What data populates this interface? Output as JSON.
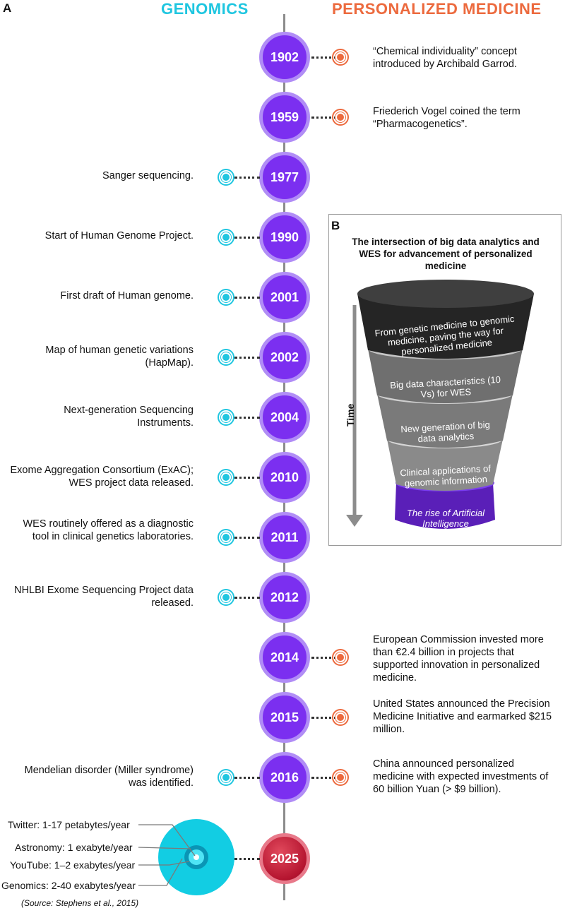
{
  "panel_a_label": "A",
  "panel_b_label": "B",
  "headers": {
    "genomics": "GENOMICS",
    "personalized_medicine": "PERSONALIZED MEDICINE"
  },
  "timeline": [
    {
      "year": "1902",
      "side": "right",
      "text": "“Chemical individuality” concept introduced by Archibald Garrod."
    },
    {
      "year": "1959",
      "side": "right",
      "text": "Friederich Vogel coined the term “Pharmacogenetics”."
    },
    {
      "year": "1977",
      "side": "left",
      "text": "Sanger sequencing."
    },
    {
      "year": "1990",
      "side": "left",
      "text": "Start of Human Genome Project."
    },
    {
      "year": "2001",
      "side": "left",
      "text": "First draft of Human genome."
    },
    {
      "year": "2002",
      "side": "left",
      "text": "Map of human genetic variations (HapMap)."
    },
    {
      "year": "2004",
      "side": "left",
      "text": "Next-generation Sequencing Instruments."
    },
    {
      "year": "2010",
      "side": "left",
      "text": "Exome Aggregation Consortium (ExAC); WES project data released."
    },
    {
      "year": "2011",
      "side": "left",
      "text": "WES routinely offered as a diagnostic tool in clinical genetics laboratories."
    },
    {
      "year": "2012",
      "side": "left",
      "text": "NHLBI Exome Sequencing Project data released."
    },
    {
      "year": "2014",
      "side": "right",
      "text": "European Commission invested more than €2.4 billion in projects that supported innovation in personalized medicine."
    },
    {
      "year": "2015",
      "side": "right",
      "text": "United States announced the Precision Medicine Initiative and earmarked $215 million."
    },
    {
      "year": "2016",
      "side": "left",
      "text": "Mendelian disorder (Miller syndrome) was identified."
    },
    {
      "year": "2016",
      "side": "right",
      "text": "China announced personalized medicine with expected investments of 60 billion Yuan (> $9 billion)."
    },
    {
      "year": "2025",
      "side": "center",
      "text": ""
    }
  ],
  "data_volumes": {
    "twitter": "Twitter: 1-17 petabytes/year",
    "astronomy": "Astronomy: 1 exabyte/year",
    "youtube": "YouTube: 1–2 exabytes/year",
    "genomics": "Genomics: 2-40 exabytes/year",
    "source": "(Source: Stephens et al., 2015)"
  },
  "panel_b": {
    "title": "The intersection of big data analytics and WES for advancement of personalized medicine",
    "time_label": "Time",
    "layers": [
      "From genetic medicine to genomic medicine, paving the way for personalized medicine",
      "Big data characteristics (10 Vs) for WES",
      "New generation of big data analytics",
      "Clinical applications of genomic information",
      "The rise of Artificial Intelligence"
    ]
  },
  "colors": {
    "genomics": "#1fc6e0",
    "personalized_medicine": "#ec6a3e",
    "node": "#7b2ff0",
    "node_2025": "#b51530"
  }
}
